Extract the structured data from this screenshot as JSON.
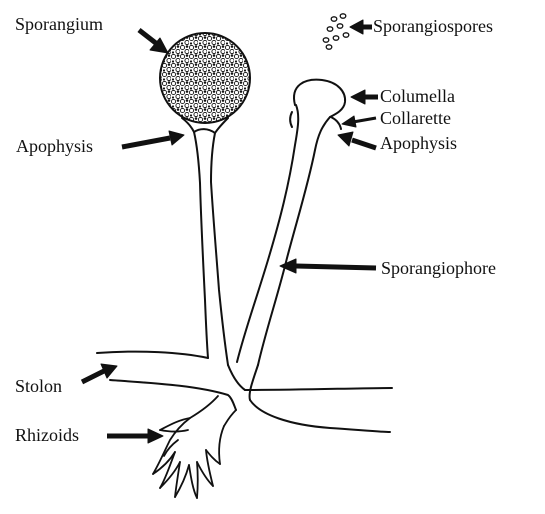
{
  "labels": {
    "sporangium": "Sporangium",
    "sporangiospores": "Sporangiospores",
    "columella": "Columella",
    "collarette": "Collarette",
    "apophysis_left": "Apophysis",
    "apophysis_right": "Apophysis",
    "sporangiophore": "Sporangiophore",
    "stolon": "Stolon",
    "rhizoids": "Rhizoids"
  },
  "colors": {
    "ink": "#111111",
    "background": "#ffffff"
  }
}
